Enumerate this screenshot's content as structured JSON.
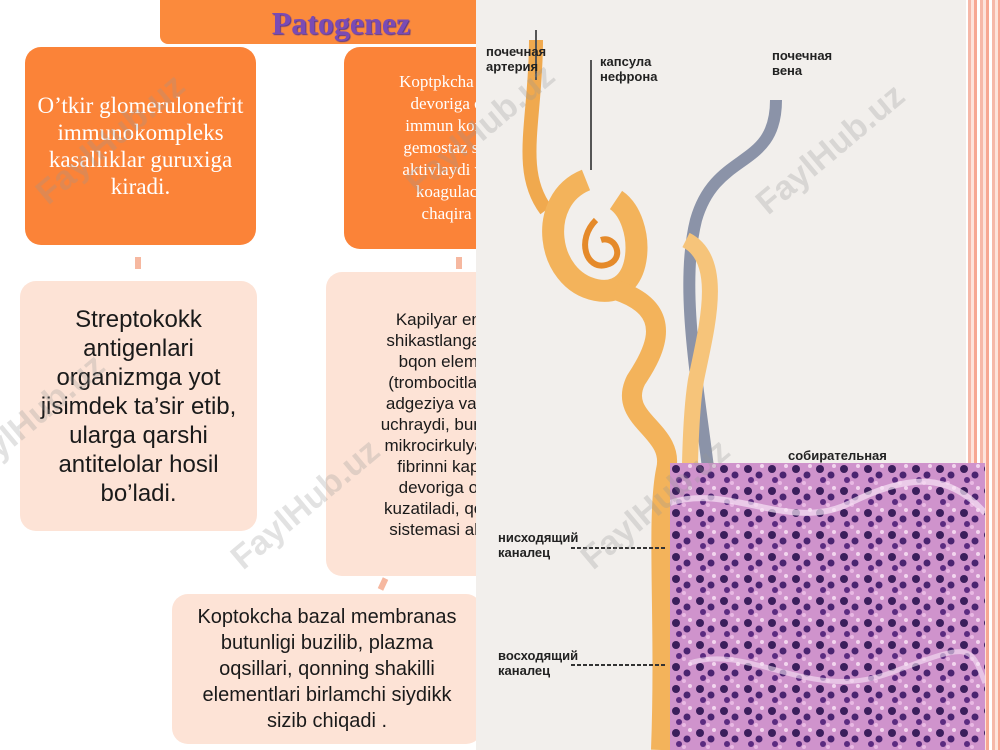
{
  "title": "Patogenez",
  "boxes": {
    "b1": "O’tkir glomerulonefrit immunokompleks kasalliklar guruxiga kiradi.",
    "b2": [
      "Koptpkcha ka",
      "devoriga o",
      "immun kom",
      "gemostaz sis",
      "aktivlaydi va",
      "koagulac",
      "chaqira"
    ],
    "b3": "Streptokokk antigenlari organizmga yot jisimdek ta’sir etib, ularga qarshi antitelolar hosil bo’ladi.",
    "b4": [
      "Kapilyar en",
      "shikastlangan",
      "bqon elem",
      "(trombocitlar)",
      "adgeziya va a",
      "uchraydi, bunin",
      "mikrocirkulyac",
      "fibrinni kap",
      "devoriga o",
      "kuzatiladi, qon",
      "sistemasi akt"
    ],
    "b5": "Koptokcha bazal membranas butunligi buzilib, plazma oqsillari, qonning shakilli elementlari birlamchi siydikk sizib chiqadi ."
  },
  "diagram_labels": {
    "renal_artery": "почечная артерия",
    "nephron_capsule": "капсула нефрона",
    "renal_vein": "почечная вена",
    "collecting_duct": "собирательная",
    "descending_tubule": "нисходящий каналец",
    "ascending_tubule": "восходящий каналец"
  },
  "watermark": "FaylHub.uz",
  "colors": {
    "orange": "#fb8338",
    "peach": "#fde3d6",
    "title_text": "#7a4bb5",
    "tubule": "#f0a94e",
    "vessel": "#7f8aa3",
    "histo_bg": "#c98ac7",
    "nuclei": "#3b1e5c"
  }
}
